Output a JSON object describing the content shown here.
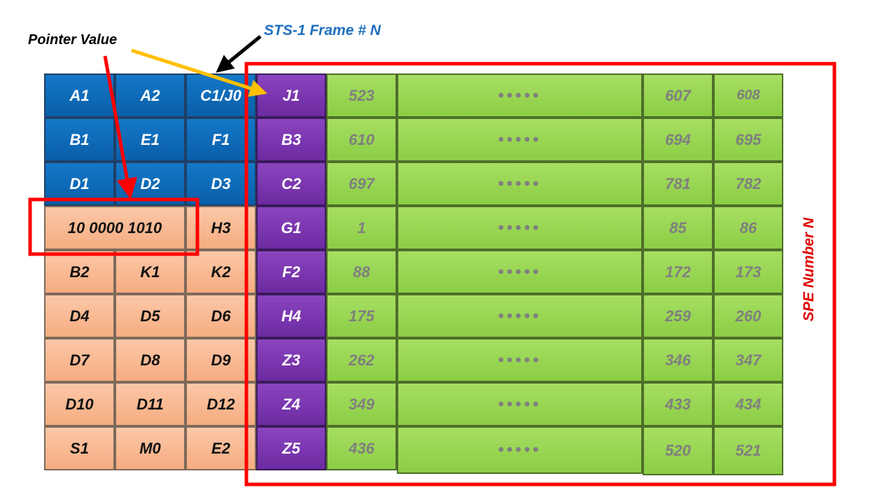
{
  "labels": {
    "pointer_value": "Pointer Value",
    "frame_title": "STS-1 Frame # N",
    "spe_label": "SPE Number N",
    "pointer_bits": "10 0000 1010"
  },
  "transport_overhead": [
    [
      "A1",
      "A2",
      "C1/J0"
    ],
    [
      "B1",
      "E1",
      "F1"
    ],
    [
      "D1",
      "D2",
      "D3"
    ]
  ],
  "line_overhead": [
    [
      "H3"
    ],
    [
      "B2",
      "K1",
      "K2"
    ],
    [
      "D4",
      "D5",
      "D6"
    ],
    [
      "D7",
      "D8",
      "D9"
    ],
    [
      "D10",
      "D11",
      "D12"
    ],
    [
      "S1",
      "M0",
      "E2"
    ]
  ],
  "path_overhead": [
    "J1",
    "B3",
    "C2",
    "G1",
    "F2",
    "H4",
    "Z3",
    "Z4",
    "Z5"
  ],
  "payload_rows": [
    [
      "523",
      "•••••",
      "607",
      "608"
    ],
    [
      "610",
      "•••••",
      "694",
      "695"
    ],
    [
      "697",
      "•••••",
      "781",
      "782"
    ],
    [
      "1",
      "•••••",
      "85",
      "86"
    ],
    [
      "88",
      "•••••",
      "172",
      "173"
    ],
    [
      "175",
      "•••••",
      "259",
      "260"
    ],
    [
      "262",
      "•••••",
      "346",
      "347"
    ],
    [
      "349",
      "•••••",
      "433",
      "434"
    ],
    [
      "436",
      "•••••",
      "520",
      "521"
    ]
  ],
  "colors": {
    "transport_overhead": "#1170c0",
    "line_overhead": "#f8b994",
    "path_overhead": "#7632a8",
    "payload": "#9ad752",
    "highlight": "#ff0000",
    "arrow_pointer": "#ffc000",
    "frame_title": "#1f6fbf"
  }
}
